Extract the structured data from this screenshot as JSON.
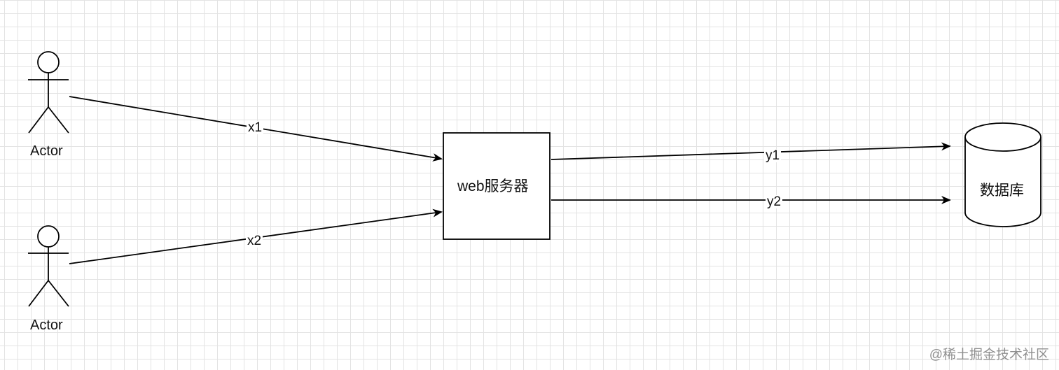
{
  "nodes": {
    "actor1": {
      "label": "Actor"
    },
    "actor2": {
      "label": "Actor"
    },
    "web_server": {
      "label": "web服务器"
    },
    "database": {
      "label": "数据库"
    }
  },
  "edges": [
    {
      "id": "x1",
      "from": "actor1",
      "to": "web_server",
      "label": "x1"
    },
    {
      "id": "x2",
      "from": "actor2",
      "to": "web_server",
      "label": "x2"
    },
    {
      "id": "y1",
      "from": "web_server",
      "to": "database",
      "label": "y1"
    },
    {
      "id": "y2",
      "from": "web_server",
      "to": "database",
      "label": "y2"
    }
  ],
  "watermark": {
    "text": "@稀土掘金技术社区"
  },
  "colors": {
    "stroke": "#000000",
    "grid": "#e3e3e3",
    "background": "#ffffff"
  }
}
